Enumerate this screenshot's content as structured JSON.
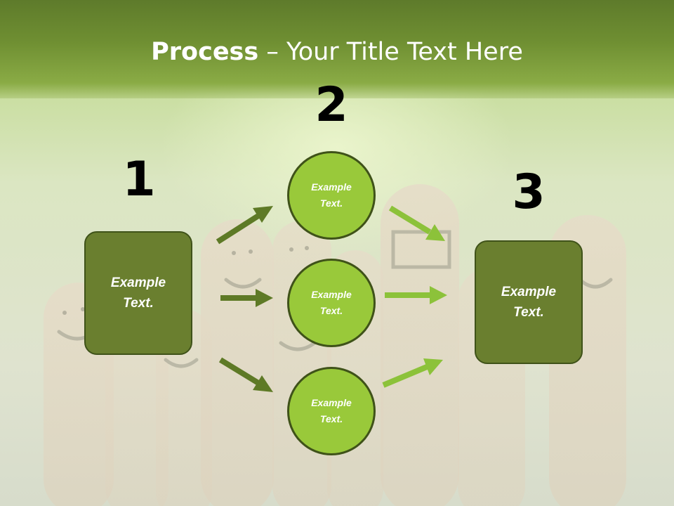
{
  "slide": {
    "title_bold": "Process",
    "title_rest": " – Your Title Text Here"
  },
  "steps": {
    "one": {
      "number": "1",
      "text": "Example\nText."
    },
    "two": {
      "number": "2"
    },
    "three": {
      "number": "3",
      "text": "Example\nText."
    }
  },
  "circles": [
    {
      "text": "Example\nText."
    },
    {
      "text": "Example\nText."
    },
    {
      "text": "Example\nText."
    }
  ],
  "colors": {
    "header": "#6f8f32",
    "box_fill": "#6a7f2f",
    "circle_fill": "#99c93a",
    "arrow_dark": "#5e7a26",
    "arrow_light": "#8cc23a"
  }
}
